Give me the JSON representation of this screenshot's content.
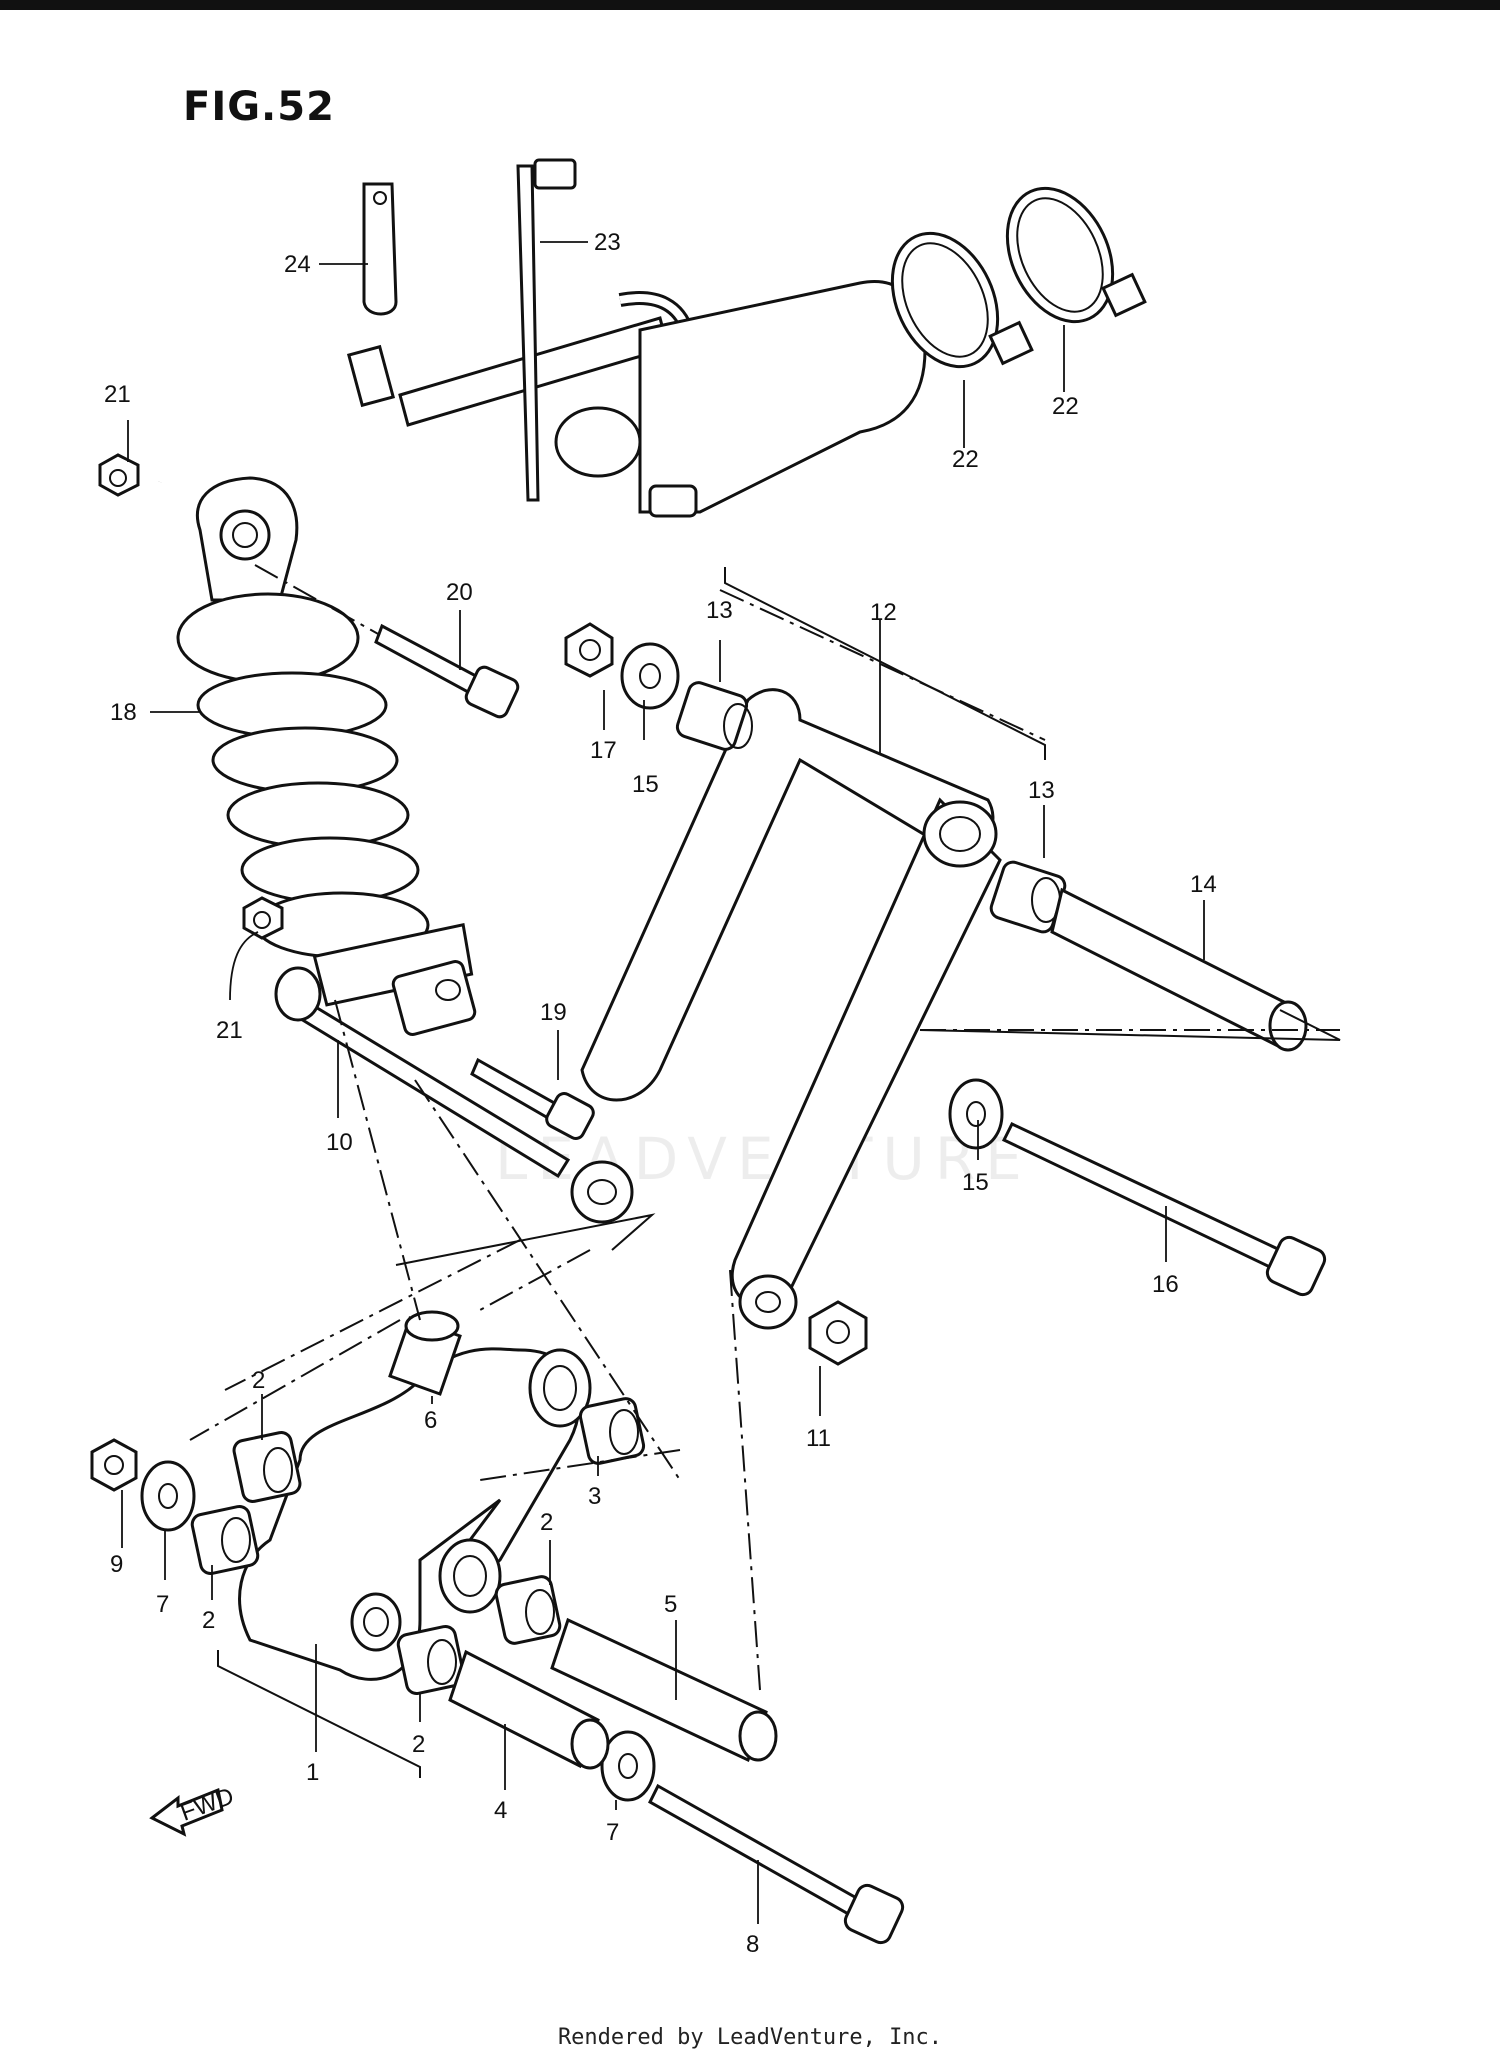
{
  "figure": {
    "title": "FIG.52"
  },
  "footer": {
    "text": "Rendered by LeadVenture, Inc."
  },
  "watermark": {
    "text": "LEADVENTURE"
  },
  "fwd_label": "FWD",
  "parts": [
    {
      "ref": "1"
    },
    {
      "ref": "2"
    },
    {
      "ref": "3"
    },
    {
      "ref": "4"
    },
    {
      "ref": "5"
    },
    {
      "ref": "6"
    },
    {
      "ref": "7"
    },
    {
      "ref": "8"
    },
    {
      "ref": "9"
    },
    {
      "ref": "10"
    },
    {
      "ref": "11"
    },
    {
      "ref": "12"
    },
    {
      "ref": "13"
    },
    {
      "ref": "14"
    },
    {
      "ref": "15"
    },
    {
      "ref": "16"
    },
    {
      "ref": "17"
    },
    {
      "ref": "18"
    },
    {
      "ref": "19"
    },
    {
      "ref": "20"
    },
    {
      "ref": "21"
    },
    {
      "ref": "22"
    },
    {
      "ref": "23"
    },
    {
      "ref": "24"
    }
  ]
}
